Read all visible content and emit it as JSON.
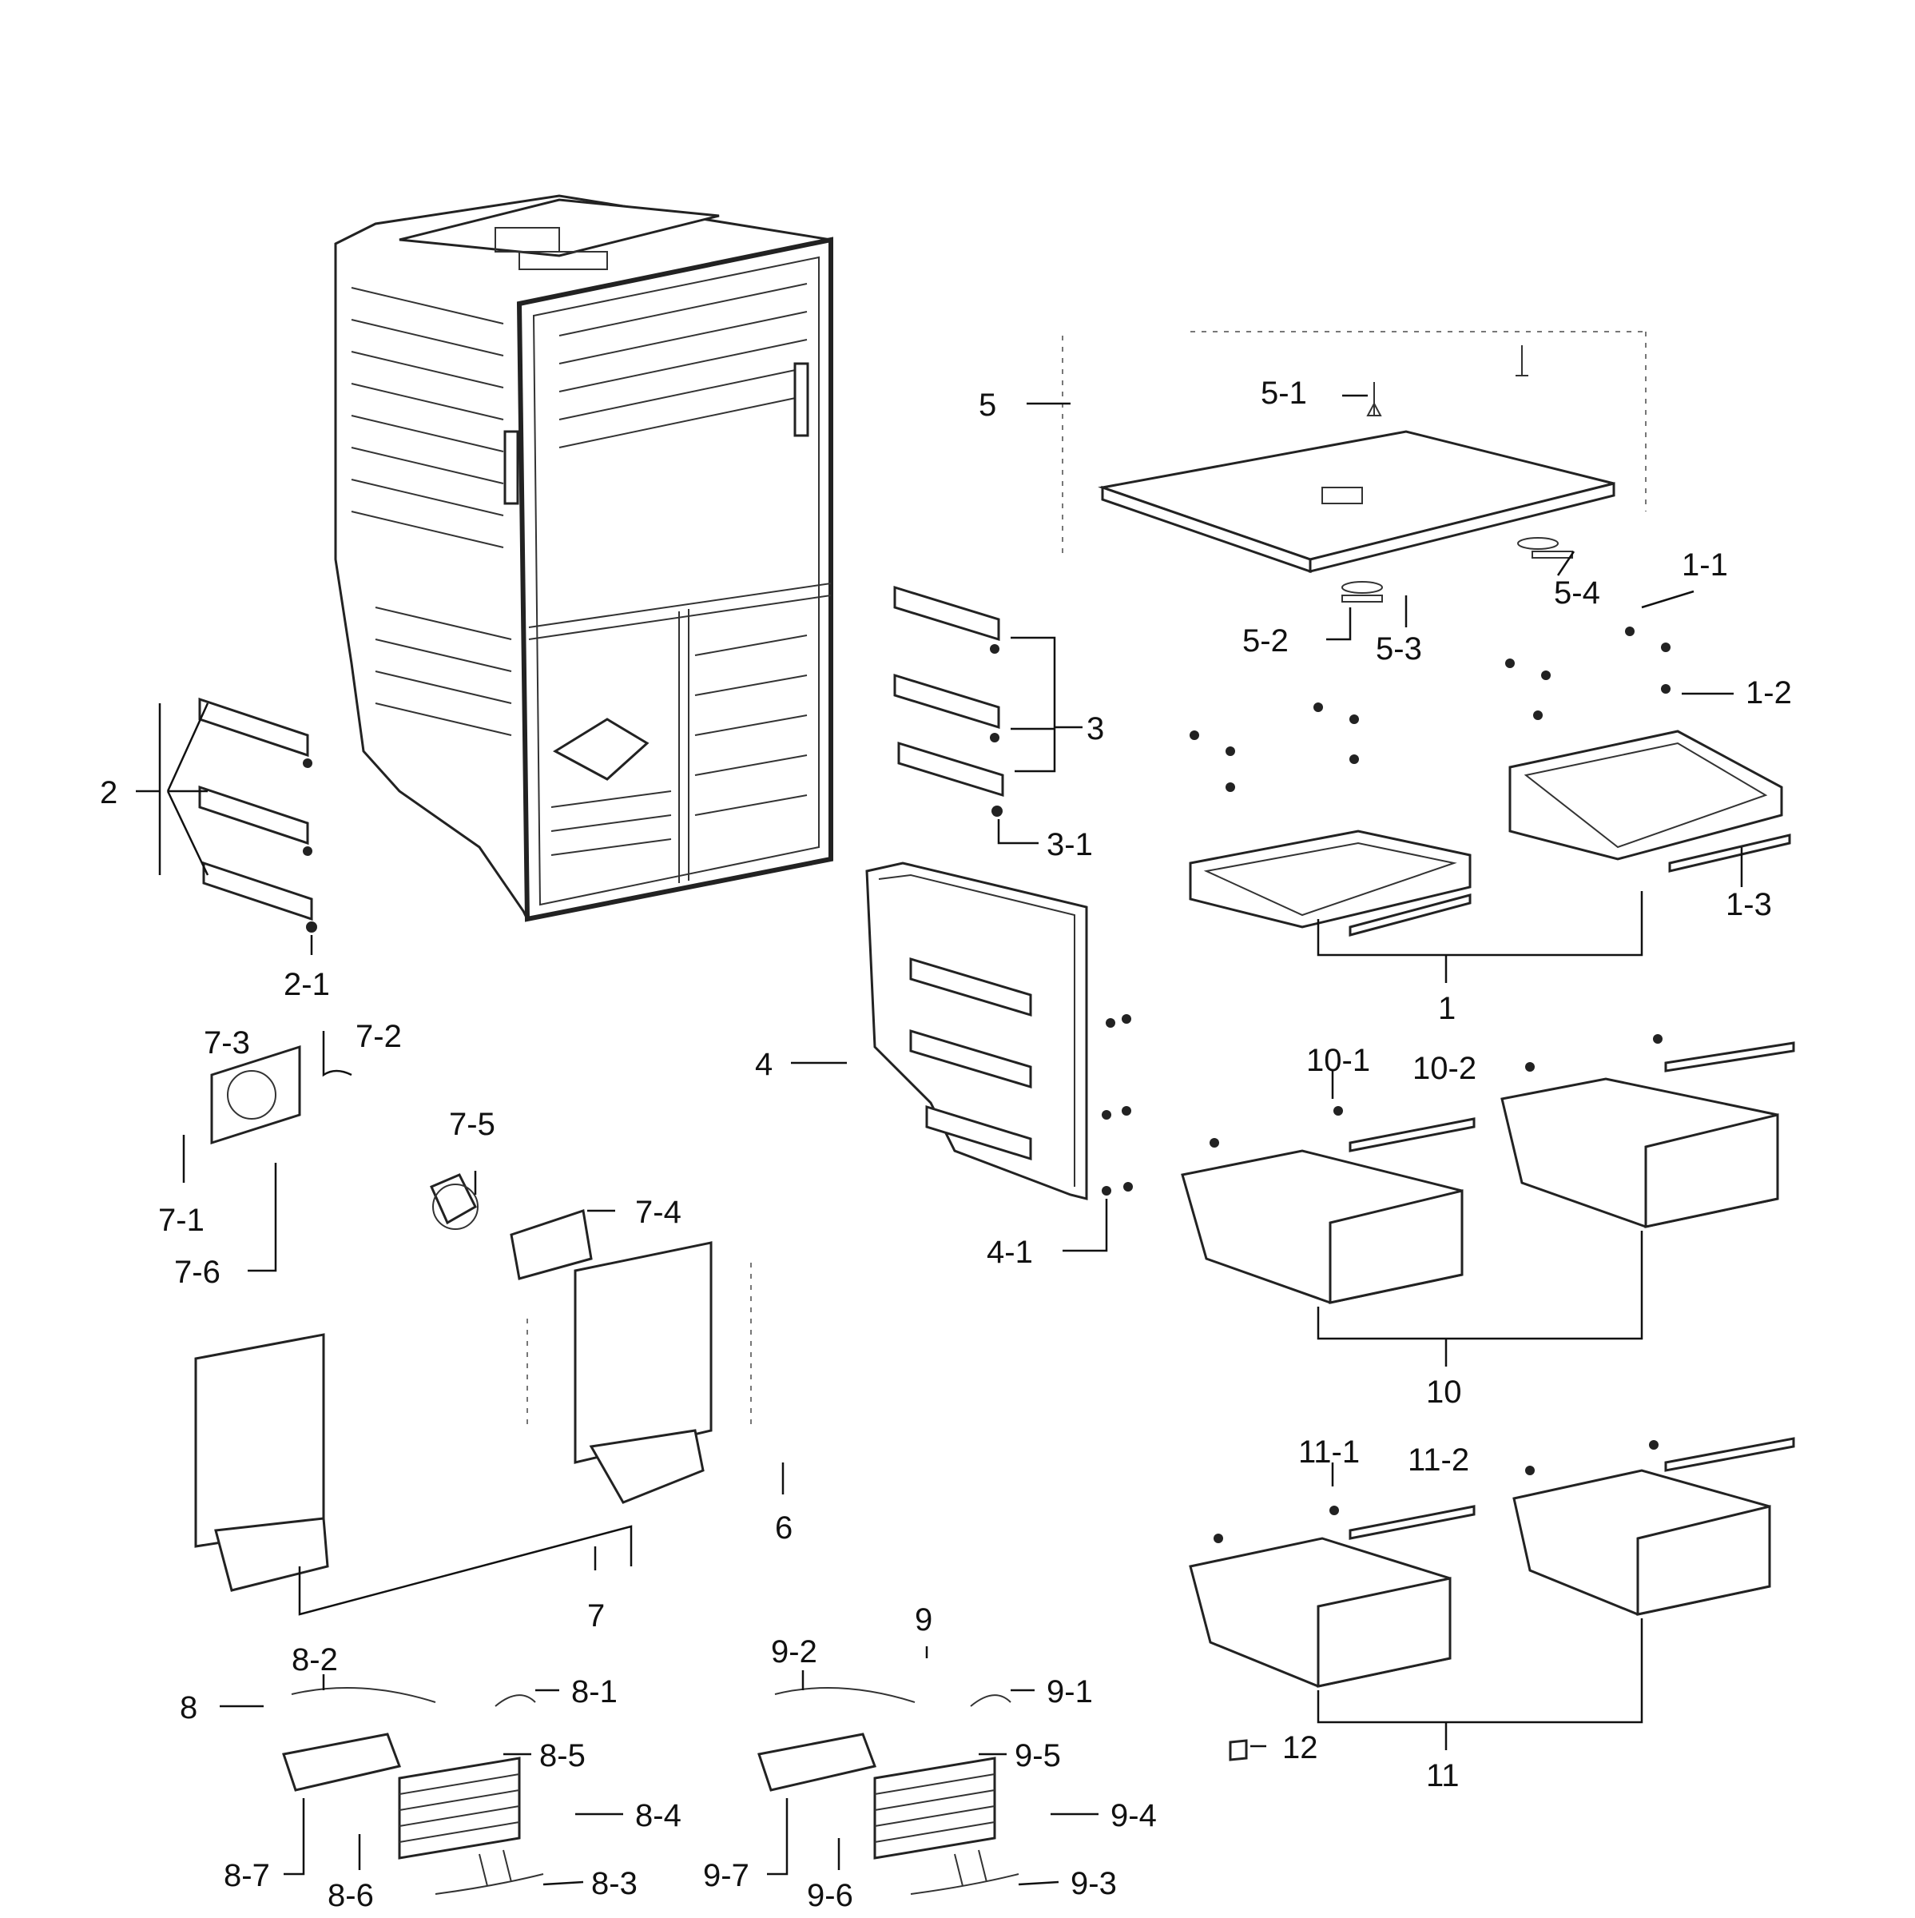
{
  "callouts": {
    "c1": "1",
    "c1_1": "1-1",
    "c1_2": "1-2",
    "c1_3": "1-3",
    "c2": "2",
    "c2_1": "2-1",
    "c3": "3",
    "c3_1": "3-1",
    "c4": "4",
    "c4_1": "4-1",
    "c5": "5",
    "c5_1": "5-1",
    "c5_2": "5-2",
    "c5_3": "5-3",
    "c5_4": "5-4",
    "c6": "6",
    "c7": "7",
    "c7_1": "7-1",
    "c7_2": "7-2",
    "c7_3": "7-3",
    "c7_4": "7-4",
    "c7_5": "7-5",
    "c7_6": "7-6",
    "c8": "8",
    "c8_1": "8-1",
    "c8_2": "8-2",
    "c8_3": "8-3",
    "c8_4": "8-4",
    "c8_5": "8-5",
    "c8_6": "8-6",
    "c8_7": "8-7",
    "c9": "9",
    "c9_1": "9-1",
    "c9_2": "9-2",
    "c9_3": "9-3",
    "c9_4": "9-4",
    "c9_5": "9-5",
    "c9_6": "9-6",
    "c9_7": "9-7",
    "c10": "10",
    "c10_1": "10-1",
    "c10_2": "10-2",
    "c11": "11",
    "c11_1": "11-1",
    "c11_2": "11-2",
    "c12": "12"
  }
}
